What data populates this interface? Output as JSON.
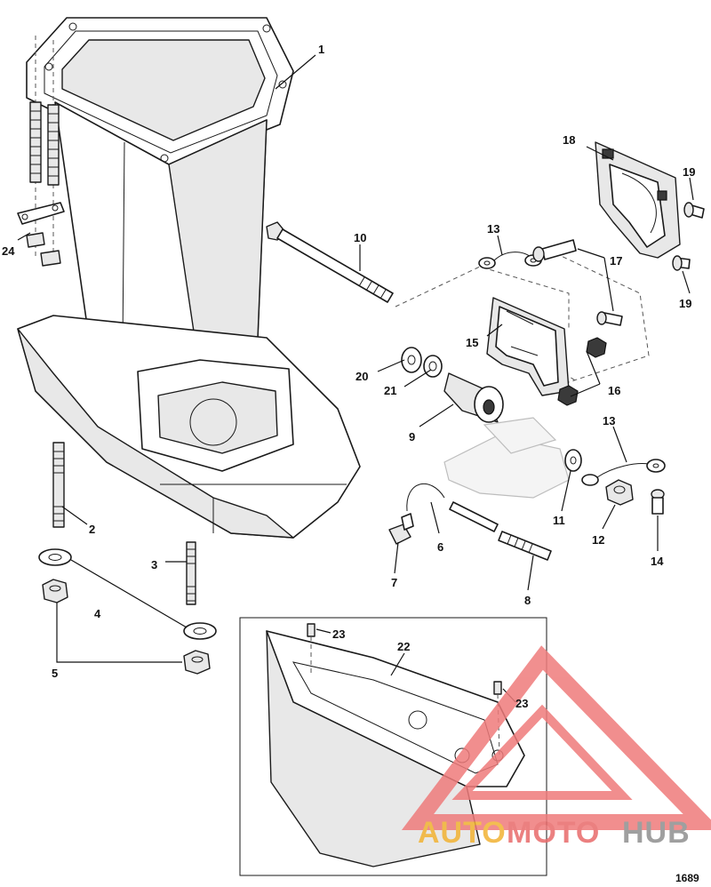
{
  "figure_number": "1689",
  "watermark": {
    "part1": "AUTO",
    "part2": "MOTO",
    "part3": "HUB",
    "color_part1": "#f2b233",
    "color_part2": "#e86a6a",
    "color_part3": "#8f8f8f",
    "triangle_color": "#ef7b7b"
  },
  "callouts": {
    "c1": "1",
    "c2": "2",
    "c3": "3",
    "c4": "4",
    "c5": "5",
    "c6": "6",
    "c7": "7",
    "c8": "8",
    "c9": "9",
    "c10": "10",
    "c11": "11",
    "c12": "12",
    "c13a": "13",
    "c13b": "13",
    "c14": "14",
    "c15": "15",
    "c16": "16",
    "c17": "17",
    "c18": "18",
    "c19a": "19",
    "c19b": "19",
    "c20": "20",
    "c21": "21",
    "c22": "22",
    "c23a": "23",
    "c23b": "23",
    "c24": "24"
  }
}
